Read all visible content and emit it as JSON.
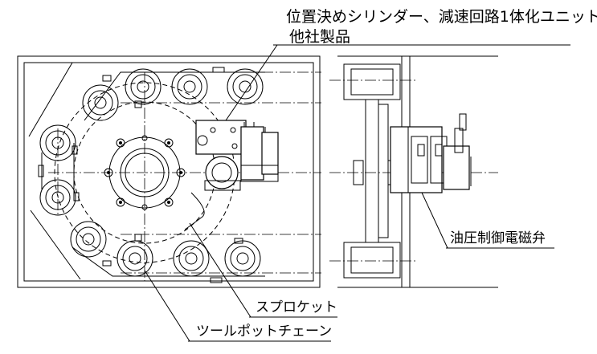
{
  "labels": {
    "unit_line1": "位置決めシリンダー、減速回路1体化ユニット",
    "unit_line2": "他社製品",
    "valve": "油圧制御電磁弁",
    "sprocket": "スプロケット",
    "chain": "ツールポットチェーン"
  }
}
